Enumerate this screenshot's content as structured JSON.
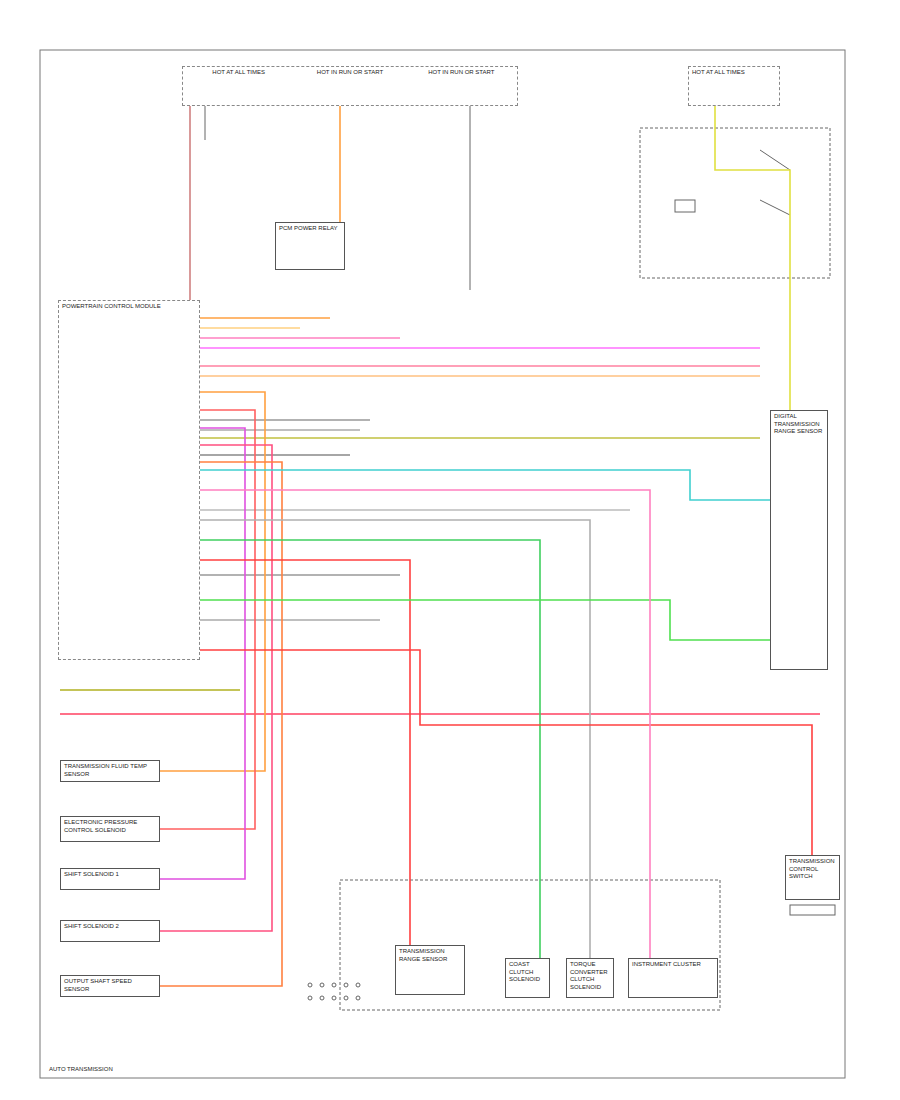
{
  "diagram": {
    "nodes": [
      {
        "text": [
          "HOT AT ALL TIMES",
          "HOT IN RUN OR START",
          "HOT IN RUN OR START"
        ]
      },
      {
        "text": [
          "HOT AT ALL TIMES"
        ]
      },
      {
        "text": [
          "PCM POWER RELAY"
        ]
      },
      {
        "text": [
          "POWERTRAIN CONTROL MODULE"
        ]
      },
      {
        "text": [
          "TRANSMISSION RANGE SENSOR"
        ]
      },
      {
        "text": [
          "COAST CLUTCH SOLENOID"
        ]
      },
      {
        "text": [
          "TORQUE CONVERTER CLUTCH SOLENOID"
        ]
      },
      {
        "text": [
          "INSTRUMENT CLUSTER"
        ]
      },
      {
        "text": [
          "TRANSMISSION FLUID TEMP SENSOR"
        ]
      },
      {
        "text": [
          "ELECTRONIC PRESSURE CONTROL SOLENOID"
        ]
      },
      {
        "text": [
          "SHIFT SOLENOID 1"
        ]
      },
      {
        "text": [
          "SHIFT SOLENOID 2"
        ]
      },
      {
        "text": [
          "OUTPUT SHAFT SPEED SENSOR"
        ]
      },
      {
        "text": [
          "DIGITAL TRANSMISSION RANGE SENSOR"
        ]
      },
      {
        "text": [
          "TRANSMISSION CONTROL SWITCH"
        ]
      }
    ],
    "edges": [
      {
        "from": 3,
        "to": 8,
        "arrow": "none"
      },
      {
        "from": 3,
        "to": 9,
        "arrow": "none"
      },
      {
        "from": 3,
        "to": 10,
        "arrow": "none"
      },
      {
        "from": 3,
        "to": 11,
        "arrow": "none"
      },
      {
        "from": 3,
        "to": 12,
        "arrow": "none"
      },
      {
        "from": 3,
        "to": 4,
        "arrow": "none"
      },
      {
        "from": 3,
        "to": 5,
        "arrow": "none"
      },
      {
        "from": 3,
        "to": 6,
        "arrow": "none"
      },
      {
        "from": 3,
        "to": 13,
        "arrow": "none"
      },
      {
        "from": 3,
        "to": 13,
        "arrow": "none"
      },
      {
        "from": 0,
        "to": 2,
        "arrow": "none"
      },
      {
        "from": 0,
        "to": 3,
        "arrow": "none"
      },
      {
        "from": 1,
        "to": 13,
        "arrow": "none"
      },
      {
        "from": 3,
        "to": 14,
        "arrow": "none"
      },
      {
        "from": 3,
        "to": 7,
        "arrow": "none"
      }
    ],
    "labels": [
      "AUTO TRANSMISSION"
    ]
  }
}
